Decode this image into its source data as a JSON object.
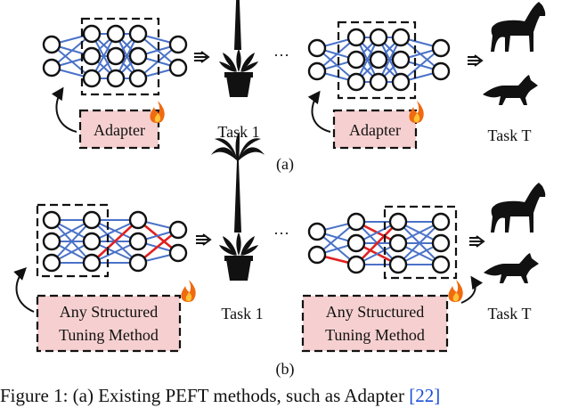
{
  "panels": [
    {
      "label": "(a)",
      "tuning_box": [
        "Adapter"
      ],
      "task_label": "Task 1",
      "ellipsis": "···"
    },
    {
      "label": "(a)",
      "tuning_box": [
        "Adapter"
      ],
      "task_label": "Task T"
    },
    {
      "label": "(b)",
      "tuning_box": [
        "Any Structured",
        "Tuning Method"
      ],
      "task_label": "Task 1",
      "ellipsis": "···"
    },
    {
      "label": "(b)",
      "tuning_box": [
        "Any Structured",
        "Tuning Method"
      ],
      "task_label": "Task T"
    }
  ],
  "caption": {
    "prefix": "Figure 1: (a) Existing PEFT methods, such as Adapter ",
    "ref": "[22]"
  },
  "colors": {
    "network_edge": "#4a72c8",
    "tuned_edge": "#e02020",
    "tuning_box_fill": "#f6d0d0",
    "fire_icon": "#f06a10",
    "reference_link": "#1a4fd8"
  },
  "icons": [
    "palm-tree-icon",
    "potted-plant-icon",
    "horse-icon",
    "fox-icon",
    "fire-icon",
    "arrow-right-icon",
    "curved-arrow-icon"
  ]
}
